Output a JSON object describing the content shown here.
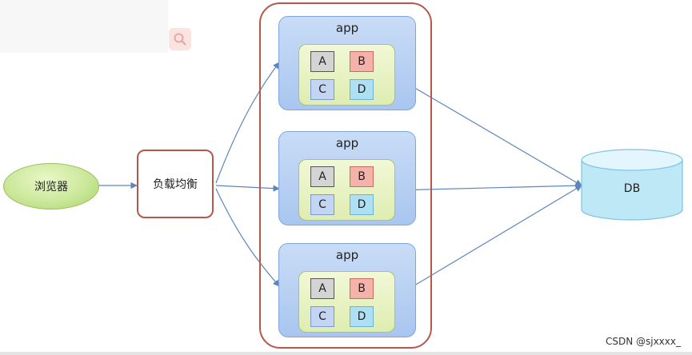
{
  "nodes": {
    "browser": "浏览器",
    "load_balancer": "负载均衡",
    "db": "DB"
  },
  "apps": [
    {
      "label": "app",
      "cells": [
        "A",
        "B",
        "C",
        "D"
      ]
    },
    {
      "label": "app",
      "cells": [
        "A",
        "B",
        "C",
        "D"
      ]
    },
    {
      "label": "app",
      "cells": [
        "A",
        "B",
        "C",
        "D"
      ]
    }
  ],
  "watermark": "CSDN @sjxxxx_",
  "colors": {
    "frame_border": "#b6574a",
    "arrow": "#5b86bd",
    "app_fill": "#b8d0f2",
    "inner_fill": "#e6f2c0",
    "db_fill": "#bfe8f6"
  },
  "icons": {
    "search": "search-icon"
  }
}
